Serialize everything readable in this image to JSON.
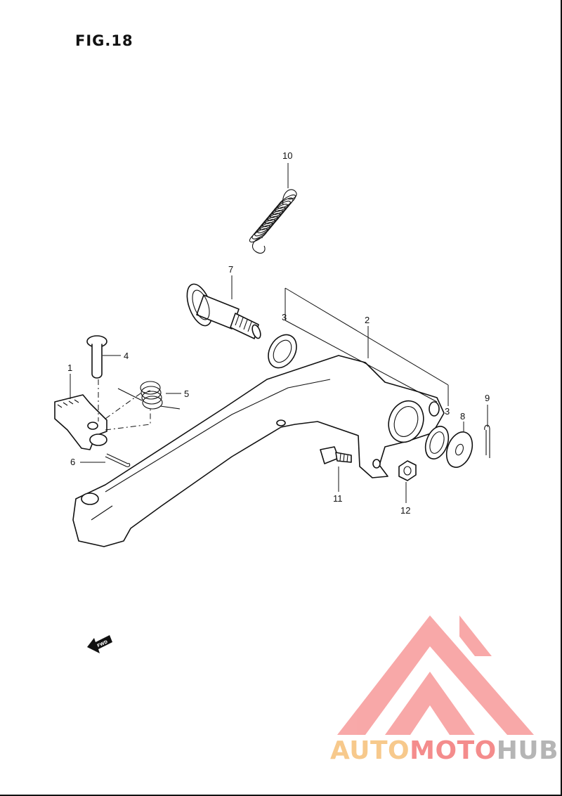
{
  "figure": {
    "title": "FIG.18"
  },
  "labels": {
    "p1": "1",
    "p2": "2",
    "p3a": "3",
    "p3b": "3",
    "p4": "4",
    "p5": "5",
    "p6": "6",
    "p7": "7",
    "p8": "8",
    "p9": "9",
    "p10": "10",
    "p11": "11",
    "p12": "12"
  },
  "fwd_marker": {
    "text": "FWD"
  },
  "watermark": {
    "text_a": "AUTO",
    "text_b": "MOTO",
    "text_c": "HUB",
    "color_a": "#f7c98c",
    "color_b": "#f48c8c",
    "color_c": "#b5b5b5",
    "logo_color": "#f79a9a"
  }
}
